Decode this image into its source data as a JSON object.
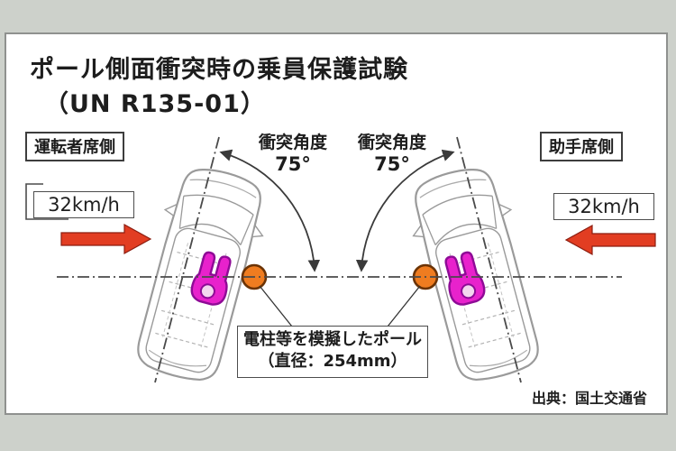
{
  "title": {
    "line1": "ポール側面衝突時の乗員保護試験",
    "line2": "（UN R135-01）"
  },
  "driver_side": {
    "label": "運転者席側",
    "speed": "32km/h",
    "impact_angle_label": "衝突角度",
    "impact_angle_value": "75°"
  },
  "passenger_side": {
    "label": "助手席側",
    "speed": "32km/h",
    "impact_angle_label": "衝突角度",
    "impact_angle_value": "75°"
  },
  "pole_callout": {
    "line1": "電柱等を模擬したポール",
    "line2": "（直径：254mm）"
  },
  "source": "出典：国土交通省",
  "colors": {
    "impact_arrow": "#e23d22",
    "pole_fill": "#ef7c20",
    "dummy_fill": "#e822cc",
    "outer_background": "#cdd1cb",
    "car_outline": "#9a9a9a",
    "centerline": "#4a4a4a"
  }
}
